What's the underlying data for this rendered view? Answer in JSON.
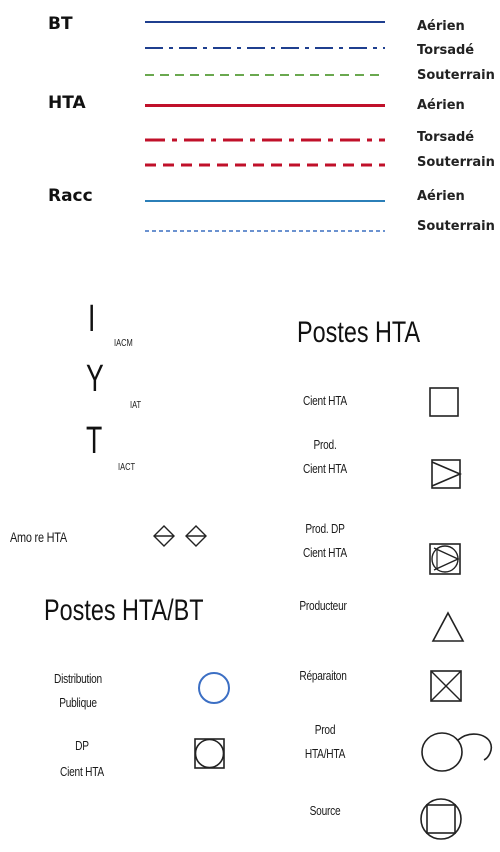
{
  "line_legend": {
    "groups": [
      {
        "label": "BT",
        "color": "#1f3f8f",
        "types": [
          "Aérien",
          "Torsadé",
          "Souterrain"
        ]
      },
      {
        "label": "HTA",
        "color": "#c0102a",
        "types": [
          "Aérien",
          "Torsadé",
          "Souterrain"
        ]
      },
      {
        "label": "Racc",
        "color": "#1f6fb0",
        "types": [
          "Aérien",
          "Souterrain"
        ]
      }
    ],
    "bt_underground_color": "#6aa84f"
  },
  "switches": {
    "items": [
      {
        "glyph": "I",
        "label": "IACM"
      },
      {
        "glyph": "Y",
        "label": "IAT"
      },
      {
        "glyph": "T",
        "label": "IACT"
      }
    ],
    "amorce_label": "Amo re HTA"
  },
  "postes_hta": {
    "title": "Postes HTA",
    "items": [
      {
        "label": "Cient HTA",
        "icon": "square-icon"
      },
      {
        "label": "Prod.\nCient HTA",
        "icon": "square-triangle-icon"
      },
      {
        "label": "Prod. DP\nCient HTA",
        "icon": "square-double-triangle-icon"
      },
      {
        "label": "Producteur",
        "icon": "triangle-icon"
      },
      {
        "label": "Réparaiton",
        "icon": "square-cross-icon"
      },
      {
        "label": "Prod\nHTA/HTA",
        "icon": "circle-loop-icon"
      },
      {
        "label": "Source",
        "icon": "circle-square-icon"
      }
    ]
  },
  "postes_htabt": {
    "title": "Postes HTA/BT",
    "items": [
      {
        "label": "Distribution\nPublique",
        "icon": "blue-circle-icon",
        "color": "#3c6fc4"
      },
      {
        "label": "DP\nCient HTA",
        "icon": "square-circle-icon"
      }
    ]
  }
}
